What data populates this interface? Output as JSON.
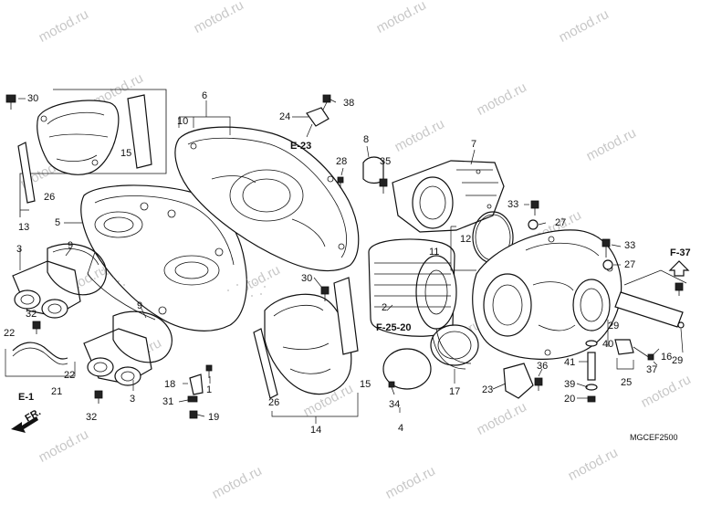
{
  "watermark": "motod.ru",
  "diagram_code": "MGCEF2500",
  "ref_codes": {
    "e23": "E-23",
    "e1": "E-1",
    "f37": "F-37",
    "f2520": "F-25-20"
  },
  "forward_label": "FR.",
  "parts": {
    "p1": "1",
    "p2": "2",
    "p3a": "3",
    "p3b": "3",
    "p4": "4",
    "p5": "5",
    "p6": "6",
    "p7": "7",
    "p8": "8",
    "p9a": "9",
    "p9b": "9",
    "p10": "10",
    "p11": "11",
    "p12": "12",
    "p13": "13",
    "p14": "14",
    "p15a": "15",
    "p15b": "15",
    "p16": "16",
    "p17": "17",
    "p18": "18",
    "p19": "19",
    "p20": "20",
    "p21": "21",
    "p22a": "22",
    "p22b": "22",
    "p23": "23",
    "p24": "24",
    "p25": "25",
    "p26a": "26",
    "p26b": "26",
    "p27a": "27",
    "p27b": "27",
    "p28": "28",
    "p29a": "29",
    "p29b": "29",
    "p30a": "30",
    "p30b": "30",
    "p31": "31",
    "p32a": "32",
    "p32b": "32",
    "p33a": "33",
    "p33b": "33",
    "p34": "34",
    "p35": "35",
    "p36": "36",
    "p37": "37",
    "p38": "38",
    "p39": "39",
    "p40": "40",
    "p41": "41"
  }
}
